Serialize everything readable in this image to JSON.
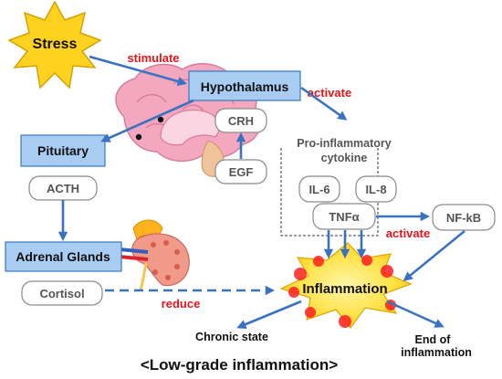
{
  "stress": "Stress",
  "stimulate": "stimulate",
  "hypothalamus": "Hypothalamus",
  "activate_top": "activate",
  "crh": "CRH",
  "egf": "EGF",
  "pituitary": "Pituitary",
  "acth": "ACTH",
  "cytokine_title_line1": "Pro-inflammatory",
  "cytokine_title_line2": "cytokine",
  "il6": "IL-6",
  "il8": "IL-8",
  "tnfa": "TNFα",
  "nfkb": "NF-kB",
  "activate_bottom": "activate",
  "adrenal": "Adrenal Glands",
  "cortisol": "Cortisol",
  "reduce": "reduce",
  "inflammation": "Inflammation",
  "chronic": "Chronic state",
  "end_line1": "End of",
  "end_line2": "inflammation",
  "caption": "<Low-grade inflammation>",
  "colors": {
    "blue_box": "#a9cdf2",
    "arrow": "#3a72c2",
    "red_text": "#e5141b",
    "stress_fill": "#ffd21f",
    "burst_fill": "#ffe34a"
  }
}
